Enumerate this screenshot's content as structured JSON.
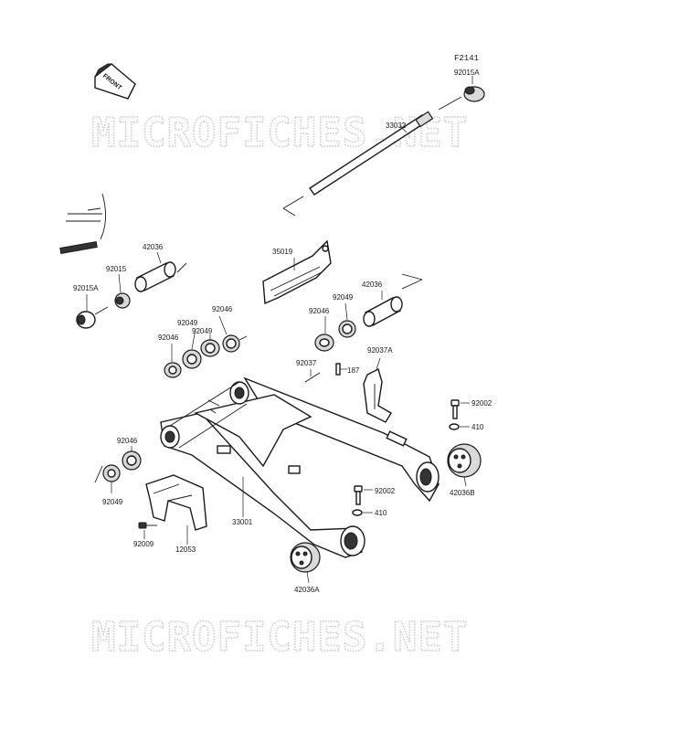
{
  "figure_id": "F2141",
  "front_label": "FRONT",
  "watermarks": [
    "MICROFICHES.NET",
    "MICROFICHES.NET"
  ],
  "labels": {
    "top_collar": "92015A",
    "pivot_shaft": "33032",
    "left_bush": "42036",
    "left_collar": "92015",
    "left_outer_collar": "92015A",
    "chain_guard_bracket": "35019",
    "right_bush": "42036",
    "right_seal": "92049",
    "right_collar": "92046",
    "left_seal_a": "92049",
    "left_seal_b": "92049",
    "left_collar_a": "92046",
    "left_collar_b": "92046",
    "pin_bolt": "92037",
    "cotter": "187",
    "guide": "92037A",
    "bolt_upper": "92002",
    "washer_upper": "410",
    "end_bush_b": "42036B",
    "lower_collar": "92046",
    "lower_seal": "92049",
    "swingarm": "33001",
    "bolt_lower": "92002",
    "washer_lower": "410",
    "screw": "92009",
    "chain_case": "12053",
    "end_bush_a": "42036A"
  }
}
